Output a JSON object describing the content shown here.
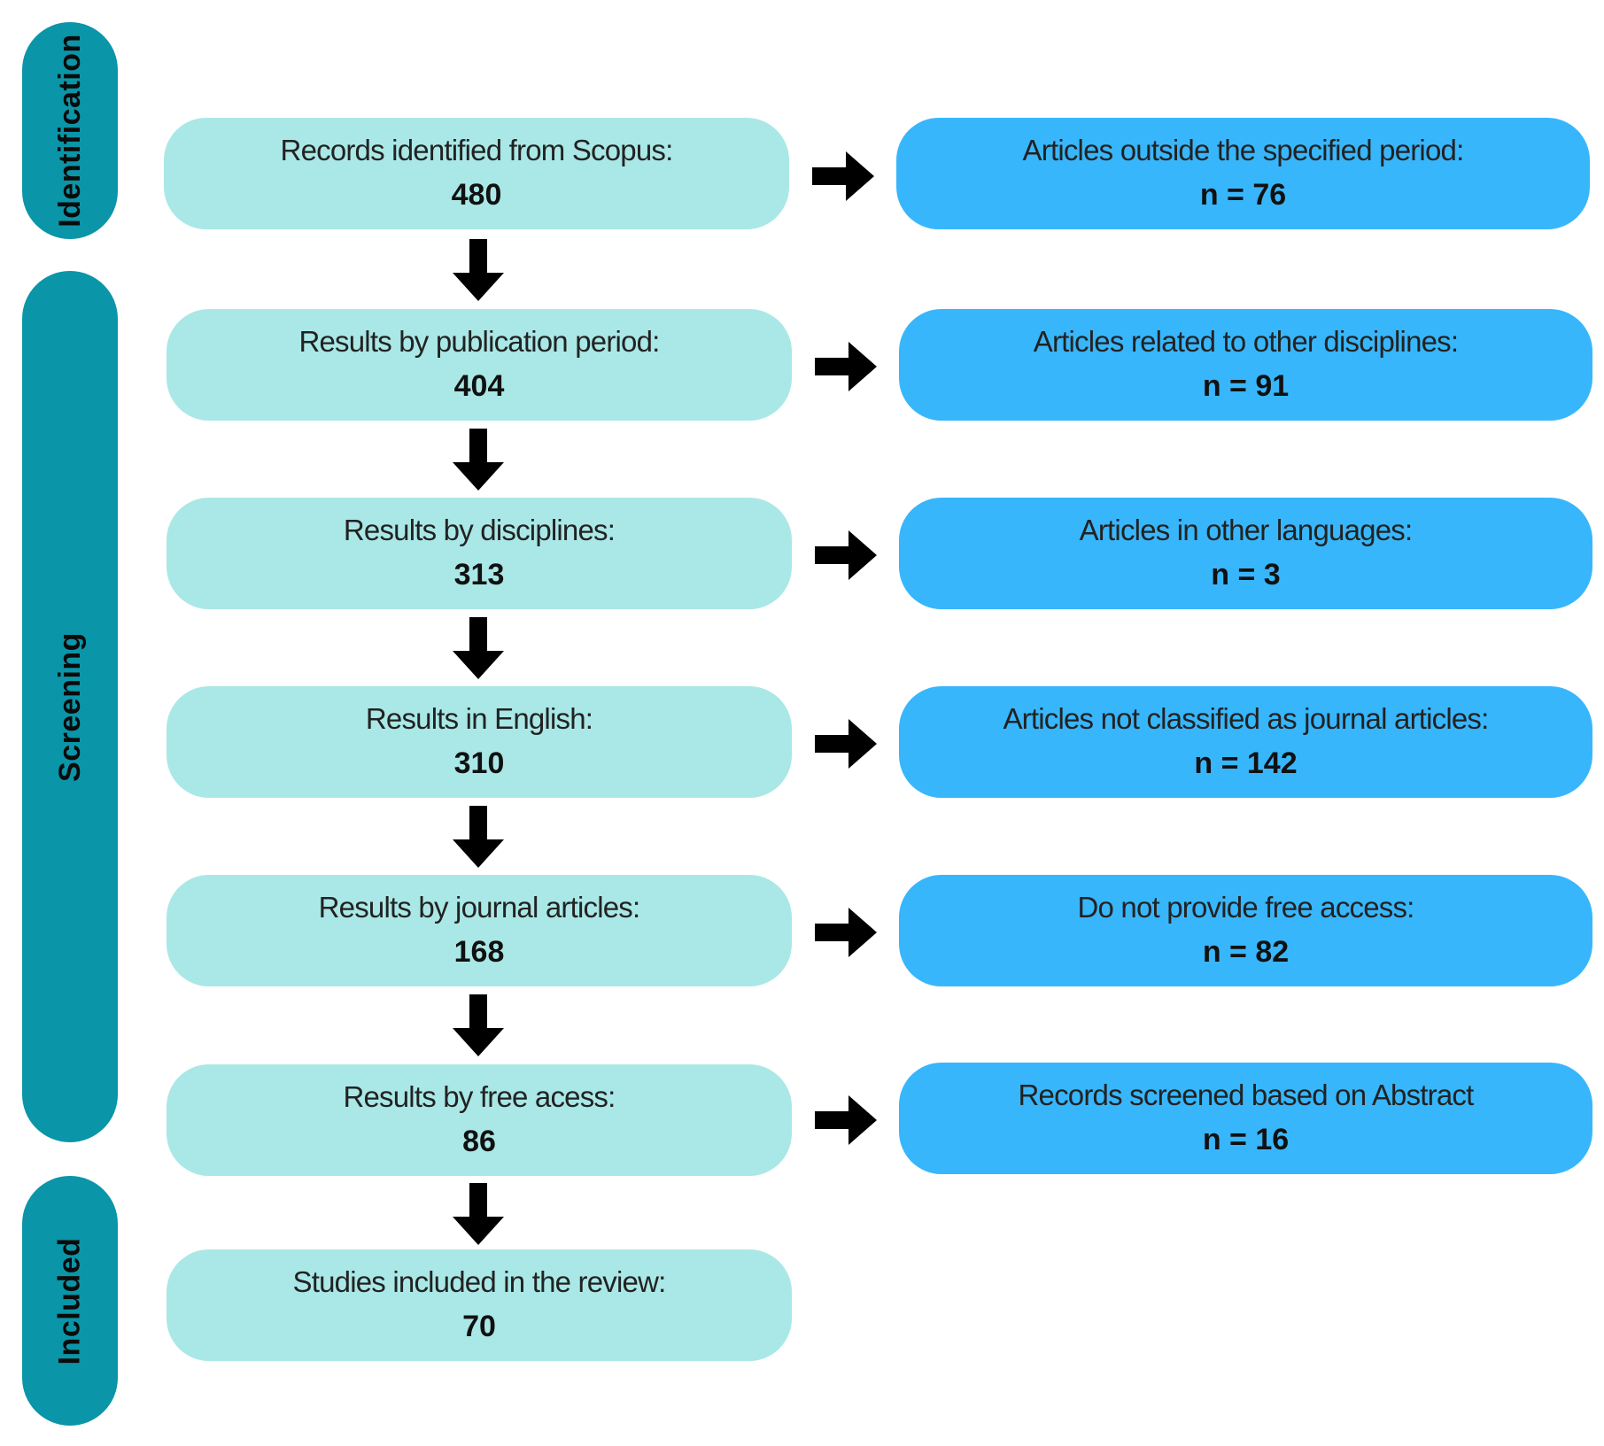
{
  "phases": {
    "identification": "Identification",
    "screening": "Screening",
    "included": "Included"
  },
  "main_steps": [
    {
      "label": "Records identified from Scopus:",
      "value": "480"
    },
    {
      "label": "Results by publication period:",
      "value": "404"
    },
    {
      "label": "Results by disciplines:",
      "value": "313"
    },
    {
      "label": "Results in English:",
      "value": "310"
    },
    {
      "label": "Results by journal articles:",
      "value": "168"
    },
    {
      "label": "Results by free acess:",
      "value": "86"
    },
    {
      "label": "Studies included in the review:",
      "value": "70"
    }
  ],
  "exclusions": [
    {
      "label": "Articles outside the specified period:",
      "value": "n = 76"
    },
    {
      "label": "Articles related to other disciplines:",
      "value": "n = 91"
    },
    {
      "label": "Articles in other languages:",
      "value": "n = 3"
    },
    {
      "label": "Articles not classified as journal articles:",
      "value": "n = 142"
    },
    {
      "label": "Do not provide free access:",
      "value": "n = 82"
    },
    {
      "label": "Records screened based on Abstract",
      "value": "n = 16"
    }
  ],
  "colors": {
    "phase": "#0a95a8",
    "main_box": "#a9e8e6",
    "exclusion_box": "#38b6fb",
    "arrow": "#000000"
  }
}
